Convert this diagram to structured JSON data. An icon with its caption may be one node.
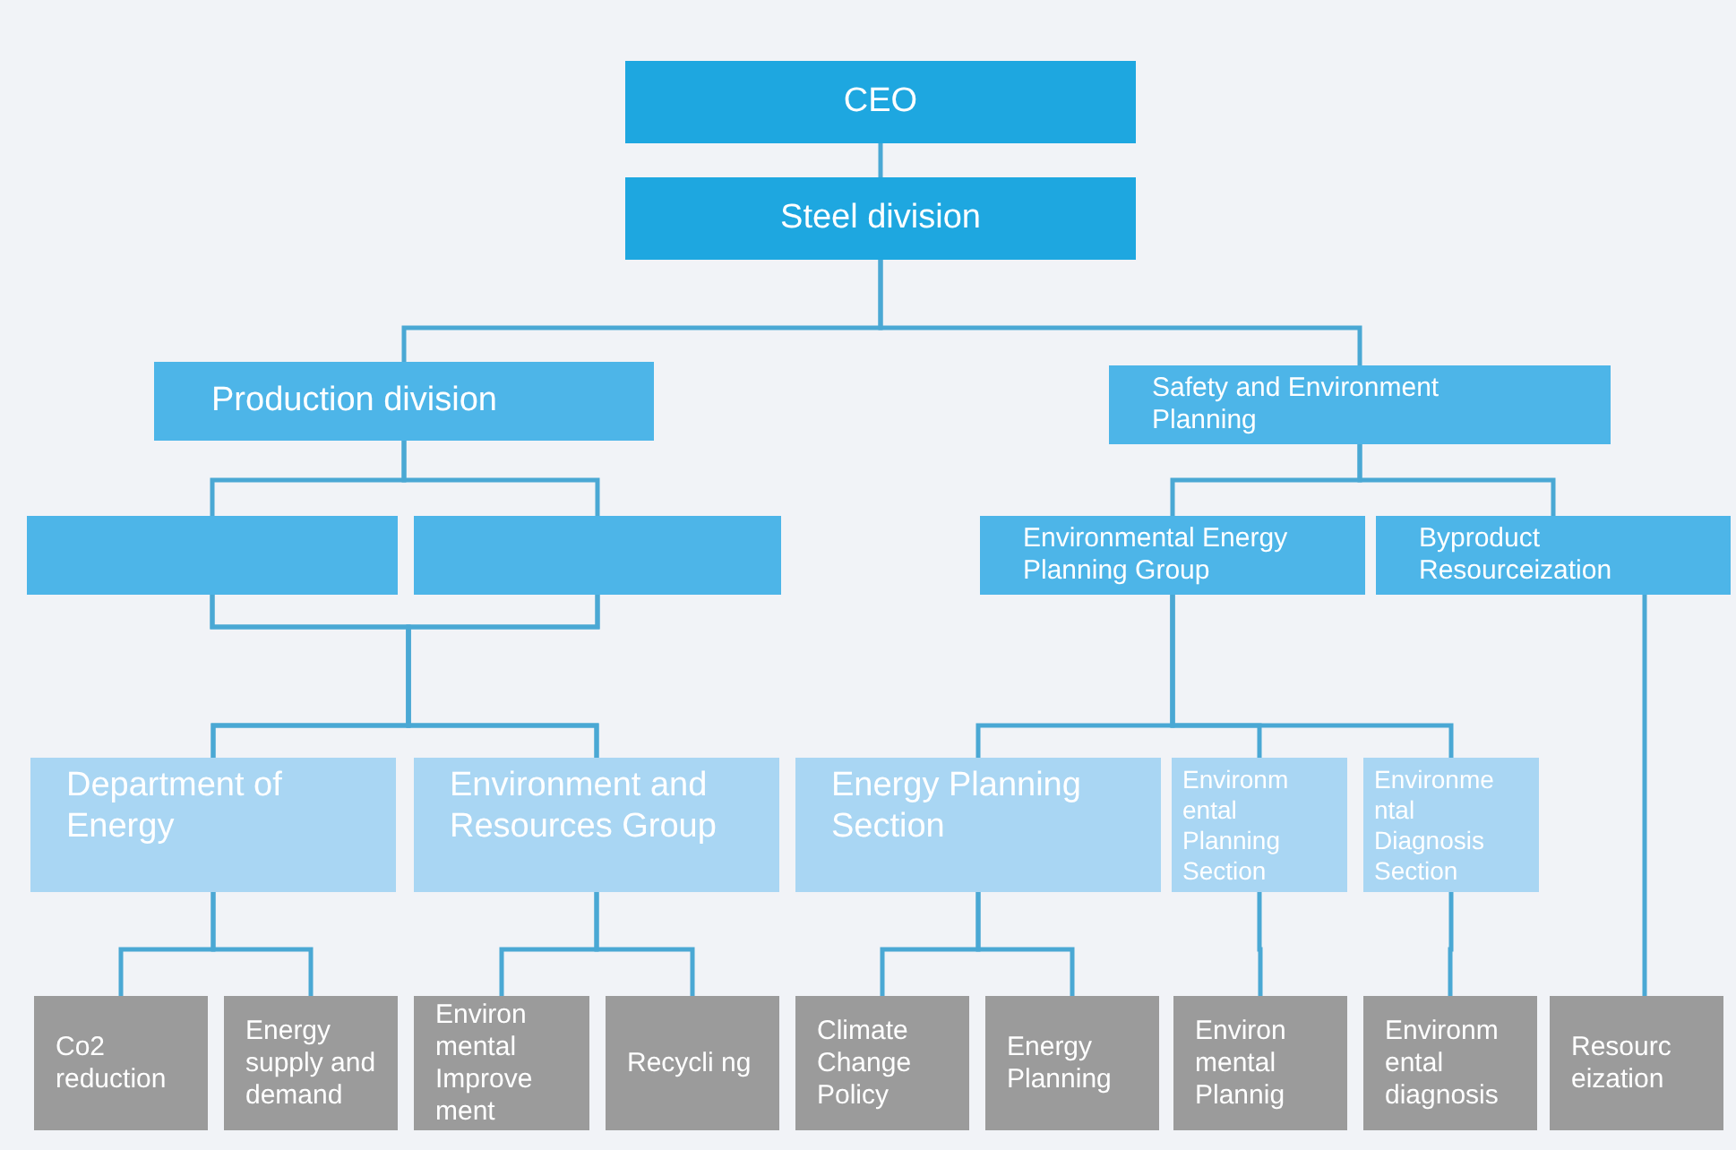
{
  "diagram": {
    "nodes": [
      {
        "text": [
          "CEO"
        ]
      },
      {
        "text": [
          "Steel division"
        ]
      },
      {
        "text": [
          "Production division"
        ]
      },
      {
        "text": [
          "Safety and Environment Planning"
        ]
      },
      {
        "text": [],
        "shape": "box"
      },
      {
        "text": [],
        "shape": "box"
      },
      {
        "text": [
          "Environmental Energy Planning Group"
        ]
      },
      {
        "text": [
          "Byproduct Resourceization"
        ]
      },
      {
        "text": [
          "Department of Energy"
        ]
      },
      {
        "text": [
          "Environment and Resources Group"
        ]
      },
      {
        "text": [
          "Energy Planning Section"
        ]
      },
      {
        "text": [
          "Environm ental Planning Section"
        ]
      },
      {
        "text": [
          "Environme ntal Diagnosis Section"
        ]
      },
      {
        "text": [
          "Co2 reduction"
        ]
      },
      {
        "text": [
          "Energy supply and demand"
        ]
      },
      {
        "text": [
          "Environ mental Improve ment"
        ]
      },
      {
        "text": [
          "Recycli ng"
        ]
      },
      {
        "text": [
          "Climate Change Policy"
        ]
      },
      {
        "text": [
          "Energy Planning"
        ]
      },
      {
        "text": [
          "Environ mental Plannig"
        ]
      },
      {
        "text": [
          "Environm ental diagnosis"
        ]
      },
      {
        "text": [
          "Resourc eization"
        ]
      }
    ],
    "edges": [
      {
        "from": 0,
        "to": 1,
        "arrow": "none"
      },
      {
        "from": 1,
        "to": 2,
        "arrow": "none"
      },
      {
        "from": 1,
        "to": 3,
        "arrow": "none"
      },
      {
        "from": 2,
        "to": 4,
        "arrow": "none"
      },
      {
        "from": 2,
        "to": 5,
        "arrow": "none"
      },
      {
        "from": 3,
        "to": 6,
        "arrow": "none"
      },
      {
        "from": 3,
        "to": 7,
        "arrow": "none"
      },
      {
        "from": 4,
        "to": 8,
        "arrow": "none"
      },
      {
        "from": 4,
        "to": 9,
        "arrow": "none"
      },
      {
        "from": 5,
        "to": 8,
        "arrow": "none"
      },
      {
        "from": 5,
        "to": 9,
        "arrow": "none"
      },
      {
        "from": 6,
        "to": 10,
        "arrow": "none"
      },
      {
        "from": 6,
        "to": 11,
        "arrow": "none"
      },
      {
        "from": 6,
        "to": 12,
        "arrow": "none"
      },
      {
        "from": 7,
        "to": 21,
        "arrow": "none"
      },
      {
        "from": 8,
        "to": 13,
        "arrow": "none"
      },
      {
        "from": 8,
        "to": 14,
        "arrow": "none"
      },
      {
        "from": 9,
        "to": 15,
        "arrow": "none"
      },
      {
        "from": 9,
        "to": 16,
        "arrow": "none"
      },
      {
        "from": 10,
        "to": 17,
        "arrow": "none"
      },
      {
        "from": 10,
        "to": 18,
        "arrow": "none"
      },
      {
        "from": 11,
        "to": 19,
        "arrow": "none"
      },
      {
        "from": 12,
        "to": 20,
        "arrow": "none"
      }
    ]
  }
}
